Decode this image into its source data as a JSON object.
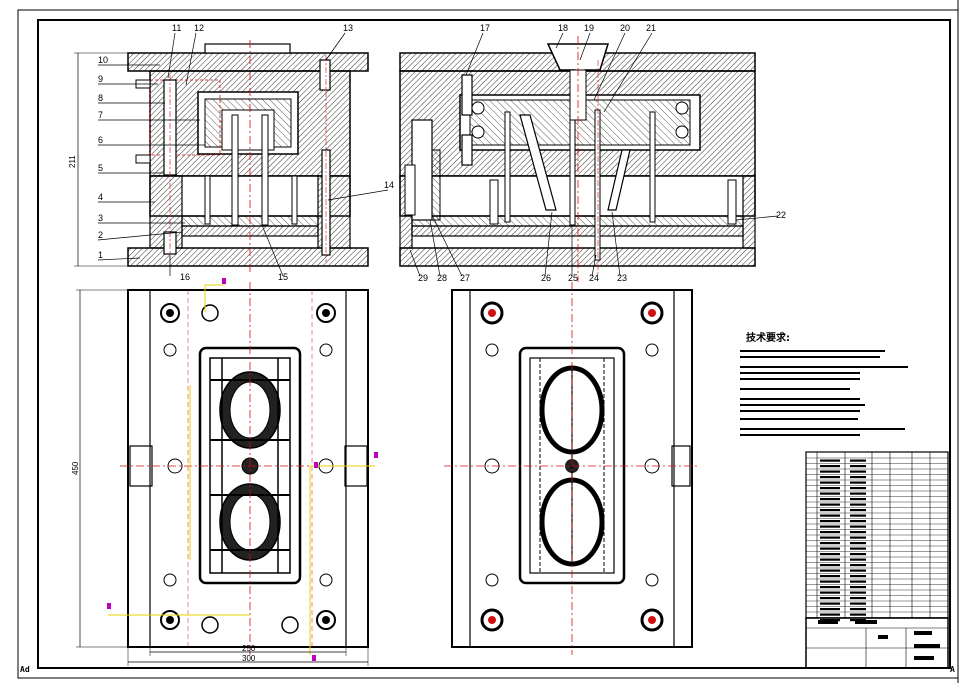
{
  "drawing": {
    "top_left_part_numbers": [
      "11",
      "12",
      "13",
      "10",
      "9",
      "8",
      "7",
      "6",
      "5",
      "4",
      "3",
      "2",
      "1",
      "16",
      "15",
      "14"
    ],
    "top_right_part_numbers": [
      "17",
      "18",
      "19",
      "20",
      "21",
      "22",
      "29",
      "28",
      "27",
      "26",
      "25",
      "24",
      "23"
    ],
    "dimensions": {
      "height_top_view": "211",
      "height_plan_view": "450",
      "width_inner": "250",
      "width_outer": "300"
    },
    "technical_requirements": {
      "title": "技术要求:"
    },
    "corner_marks": {
      "bottom_left": "Ad",
      "bottom_right": "A"
    }
  },
  "colors": {
    "line": "#000000",
    "hatch": "#444444",
    "centerline": "#d01010",
    "dimension": "#e6d400",
    "magenta": "#c000c0"
  }
}
